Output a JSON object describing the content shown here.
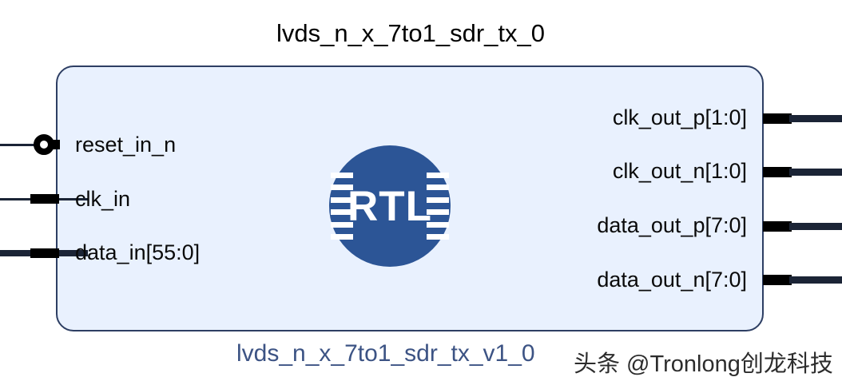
{
  "diagram": {
    "title": "lvds_n_x_7to1_sdr_tx_0",
    "caption": "lvds_n_x_7to1_sdr_tx_v1_0",
    "logo": {
      "text": "RTL",
      "name": "rtl-logo",
      "color": "#2c5596"
    },
    "body": {
      "fill": "#e9f1fe",
      "border": "#2d3e63"
    },
    "input_ports": [
      {
        "label": "reset_in_n",
        "direction": "input",
        "type": "scalar",
        "negated": true
      },
      {
        "label": "clk_in",
        "direction": "input",
        "type": "scalar",
        "negated": false
      },
      {
        "label": "data_in[55:0]",
        "direction": "input",
        "type": "bus",
        "negated": false
      }
    ],
    "output_ports": [
      {
        "label": "clk_out_p[1:0]",
        "direction": "output",
        "type": "bus"
      },
      {
        "label": "clk_out_n[1:0]",
        "direction": "output",
        "type": "bus"
      },
      {
        "label": "data_out_p[7:0]",
        "direction": "output",
        "type": "bus"
      },
      {
        "label": "data_out_n[7:0]",
        "direction": "output",
        "type": "bus"
      }
    ],
    "watermark": "头条 @Tronlong创龙科技"
  }
}
